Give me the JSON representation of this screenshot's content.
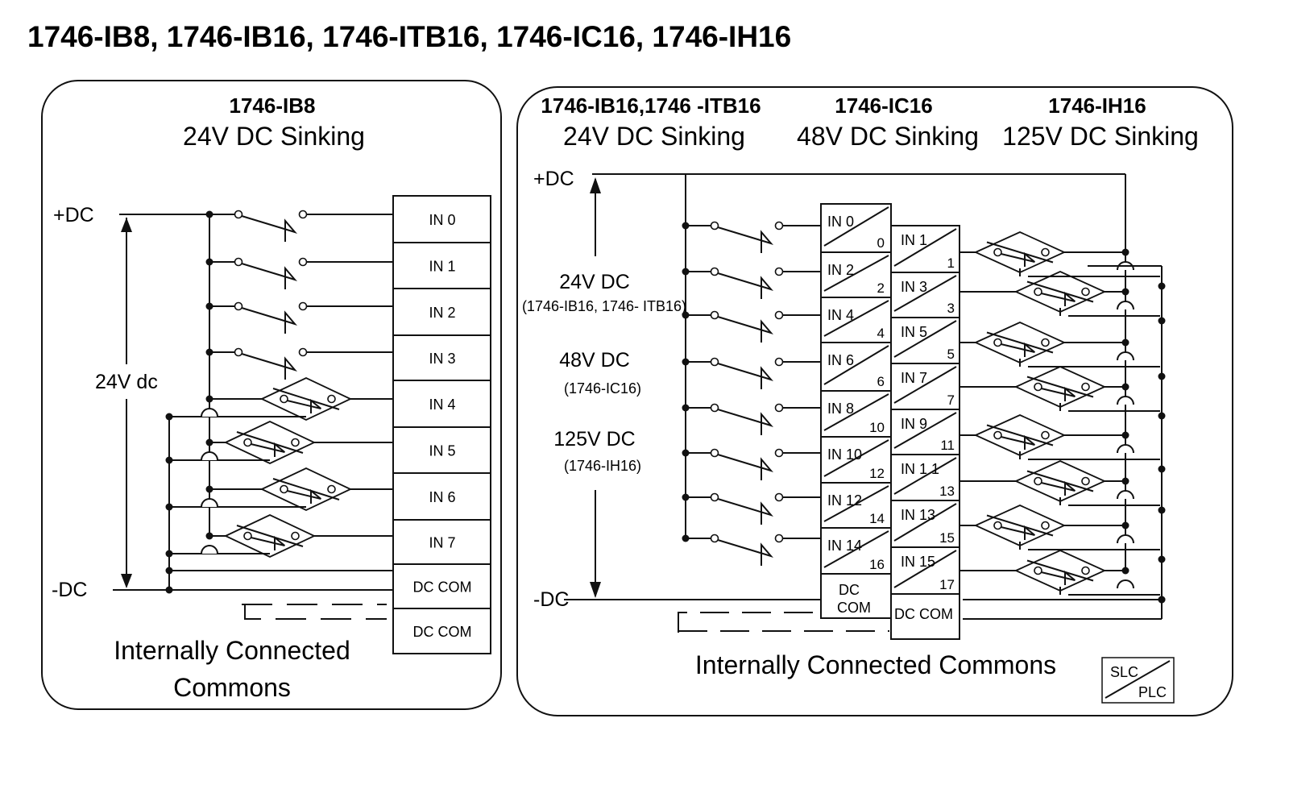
{
  "title": "1746-IB8, 1746-IB16, 1746-ITB16, 1746-IC16, 1746-IH16",
  "left_panel": {
    "model": "1746-IB8",
    "type": "24V DC Sinking",
    "plus_dc": "+DC",
    "minus_dc": "-DC",
    "voltage": "24V dc",
    "terminals": [
      "IN 0",
      "IN 1",
      "IN 2",
      "IN 3",
      "IN 4",
      "IN 5",
      "IN 6",
      "IN 7",
      "DC COM",
      "DC COM"
    ],
    "common_line1": "Internally Connected",
    "common_line2": "Commons"
  },
  "right_panel": {
    "col1_model": "1746-IB16,1746 -ITB16",
    "col1_type": "24V DC Sinking",
    "col2_model": "1746-IC16",
    "col2_type": "48V DC Sinking",
    "col3_model": "1746-IH16",
    "col3_type": "125V DC Sinking",
    "plus_dc": "+DC",
    "minus_dc": "-DC",
    "v1": "24V DC",
    "v1_note": "(1746-IB16, 1746- ITB16)",
    "v2": "48V DC",
    "v2_note": "(1746-IC16)",
    "v3": "125V DC",
    "v3_note": "(1746-IH16)",
    "even_terminals": [
      "IN 0",
      "IN 2",
      "IN 4",
      "IN 6",
      "IN 8",
      "IN 10",
      "IN 12",
      "IN 14"
    ],
    "even_numbers": [
      "0",
      "2",
      "4",
      "6",
      "10",
      "12",
      "14",
      "16"
    ],
    "odd_terminals": [
      "IN 1",
      "IN 3",
      "IN 5",
      "IN 7",
      "IN 9",
      "IN 1 1",
      "IN 13",
      "IN 15"
    ],
    "odd_numbers": [
      "1",
      "3",
      "5",
      "7",
      "11",
      "13",
      "15",
      "17"
    ],
    "dc_com_left_1": "DC",
    "dc_com_left_2": "COM",
    "dc_com_right": "DC COM",
    "common_label": "Internally Connected Commons",
    "slc": "SLC",
    "plc": "PLC"
  }
}
